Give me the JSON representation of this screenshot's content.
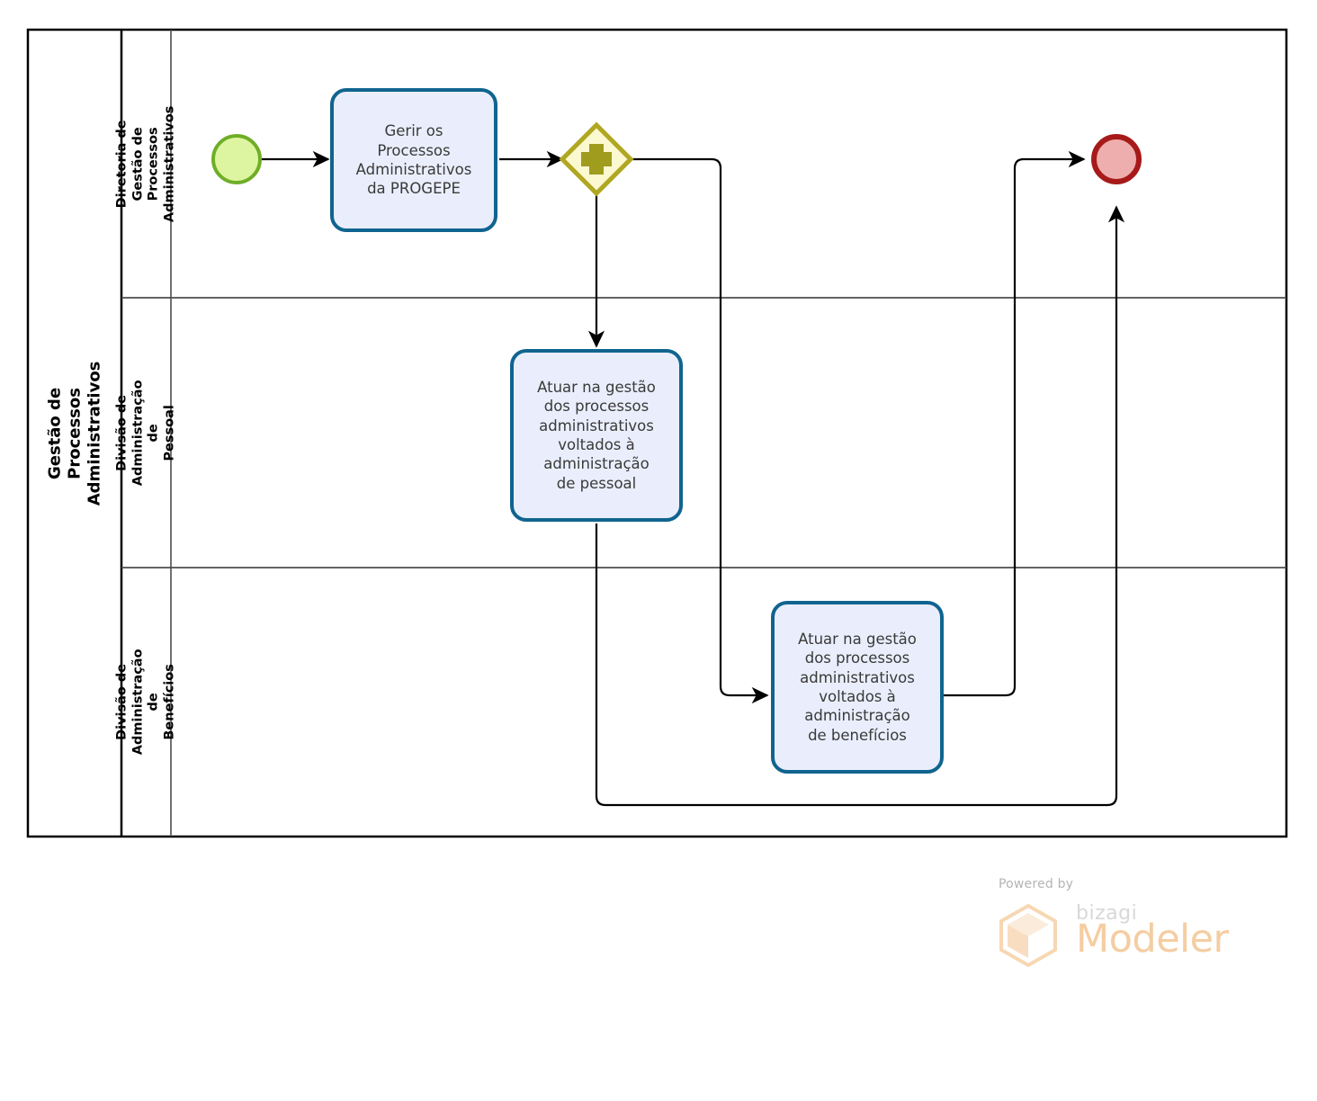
{
  "diagram": {
    "notation": "BPMN",
    "pool": {
      "title": "Gestão de Processos Administrativos",
      "lanes": [
        {
          "id": "lane-diretoria",
          "title": "Diretoria de Gestão de\nProcessos Administrativos"
        },
        {
          "id": "lane-pessoal",
          "title": "Divisão de Administração de\nPessoal"
        },
        {
          "id": "lane-beneficios",
          "title": "Divisão de Administração de\nBenefícios"
        }
      ]
    },
    "events": [
      {
        "id": "start-event",
        "type": "start-event",
        "lane": 0,
        "label": ""
      },
      {
        "id": "end-event",
        "type": "end-event",
        "lane": 0,
        "label": ""
      }
    ],
    "gateways": [
      {
        "id": "parallel-gateway",
        "type": "parallel-gateway",
        "lane": 0,
        "symbol": "+",
        "label": ""
      }
    ],
    "tasks": [
      {
        "id": "task-gerir-processos",
        "lane": 0,
        "label": "Gerir os\nProcessos\nAdministrativos\nda PROGEPE"
      },
      {
        "id": "task-atuar-pessoal",
        "lane": 1,
        "label": "Atuar na gestão\ndos processos\nadministrativos\nvoltados à\nadministração\nde pessoal"
      },
      {
        "id": "task-atuar-beneficios",
        "lane": 2,
        "label": "Atuar na gestão\ndos processos\nadministrativos\nvoltados à\nadministração\nde benefícios"
      }
    ],
    "flows": [
      {
        "id": "flow-start-to-gerir",
        "from": "start-event",
        "to": "task-gerir-processos"
      },
      {
        "id": "flow-gerir-to-gateway",
        "from": "task-gerir-processos",
        "to": "parallel-gateway"
      },
      {
        "id": "flow-gateway-to-pessoal",
        "from": "parallel-gateway",
        "to": "task-atuar-pessoal"
      },
      {
        "id": "flow-gateway-to-beneficios",
        "from": "parallel-gateway",
        "to": "task-atuar-beneficios"
      },
      {
        "id": "flow-pessoal-to-end",
        "from": "task-atuar-pessoal",
        "to": "end-event"
      },
      {
        "id": "flow-beneficios-to-end",
        "from": "task-atuar-beneficios",
        "to": "end-event"
      }
    ],
    "colors": {
      "task_fill": "#eaeefc",
      "task_stroke": "#10648f",
      "gateway_fill": "#fcf8d0",
      "gateway_stroke": "#b0a722",
      "gateway_symbol": "#a09c1e",
      "start_fill": "#ddf5a0",
      "start_stroke": "#6fae27",
      "end_fill": "#efaeae",
      "end_stroke": "#a71a1a",
      "flow_stroke": "#000000",
      "pool_stroke": "#000000",
      "lane_stroke": "#4d4d4d",
      "label_text": "#3a3a3a"
    }
  },
  "watermark": {
    "powered_by": "Powered by",
    "brand": "bizagi",
    "product": "Modeler"
  }
}
